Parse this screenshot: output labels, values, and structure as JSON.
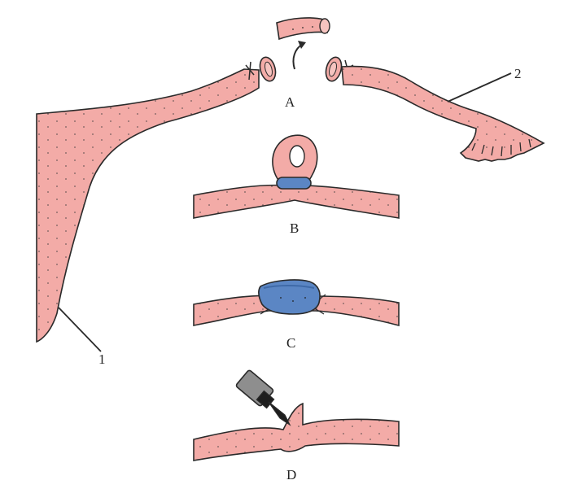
{
  "labels": {
    "a": "A",
    "b": "B",
    "c": "C",
    "d": "D",
    "one": "1",
    "two": "2"
  },
  "colors": {
    "tissue": "#f3aba7",
    "outline": "#2a2a2a",
    "clip": "#5b86c4",
    "clip_dark": "#3f6aa8",
    "device_gray": "#8e8e8e",
    "device_dark": "#1e1e1e"
  }
}
